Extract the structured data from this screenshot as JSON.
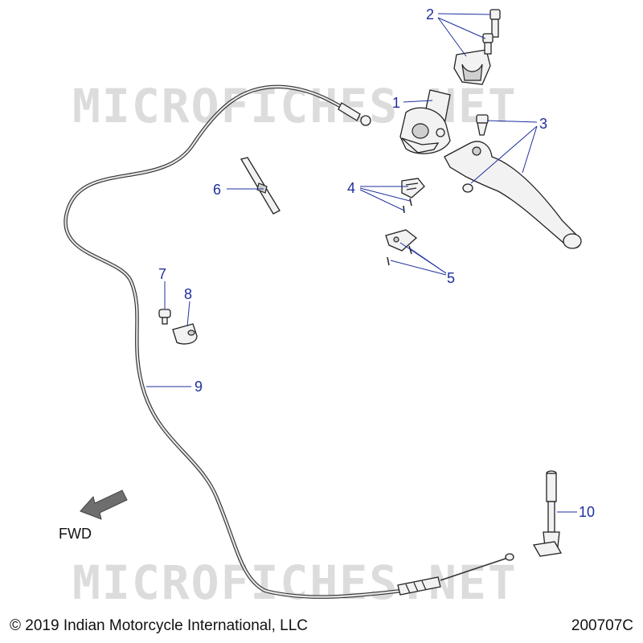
{
  "watermark": "MICROFICHES.NET",
  "callouts": [
    {
      "id": "1",
      "label": "1"
    },
    {
      "id": "2",
      "label": "2"
    },
    {
      "id": "3",
      "label": "3"
    },
    {
      "id": "4",
      "label": "4"
    },
    {
      "id": "5",
      "label": "5"
    },
    {
      "id": "6",
      "label": "6"
    },
    {
      "id": "7",
      "label": "7"
    },
    {
      "id": "8",
      "label": "8"
    },
    {
      "id": "9",
      "label": "9"
    },
    {
      "id": "10",
      "label": "10"
    }
  ],
  "fwd_label": "FWD",
  "copyright": "© 2019 Indian Motorcycle International, LLC",
  "drawing_number": "200707C",
  "colors": {
    "callout": "#1f2f9e",
    "watermark": "#dcdcdc",
    "arrow": "#6e6e6e"
  }
}
